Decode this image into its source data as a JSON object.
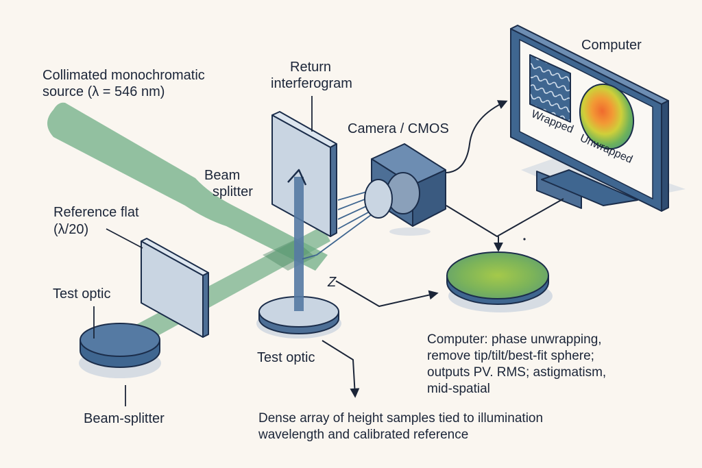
{
  "diagram": {
    "title": "Phase-shifting interferometer surface metrology setup",
    "colors": {
      "background": "#faf6f0",
      "beam": "#6fae85",
      "optic_dark": "#4d6f96",
      "optic_light": "#c9d5e2",
      "outline": "#1b2d4a",
      "text": "#1b2538"
    },
    "labels": {
      "source_line1": "Collimated monochromatic",
      "source_line2": "source (λ = 546 nm)",
      "return_line1": "Return",
      "return_line2": "interferogram",
      "camera": "Camera / CMOS",
      "computer": "Computer",
      "wrapped": "Wrapped",
      "unwrapped": "Unwrapped",
      "beam_splitter_line1": "Beam",
      "beam_splitter_line2": "splitter",
      "reference_line1": "Reference flat",
      "reference_line2": "(λ/20)",
      "test_optic_left": "Test optic",
      "beam_splitter_bottom": "Beam-splitter",
      "test_optic_center": "Test optic",
      "z_axis": "Z"
    },
    "notes": {
      "computer_processing": [
        "Computer:  phase unwrapping,",
        "remove tip/tilt/best-fit sphere;",
        "outputs PV. RMS; astigmatism,",
        "mid-spatial"
      ],
      "output_description": [
        "Dense array of height samples tied to illumination",
        "wavelength and calibrated reference"
      ]
    }
  }
}
